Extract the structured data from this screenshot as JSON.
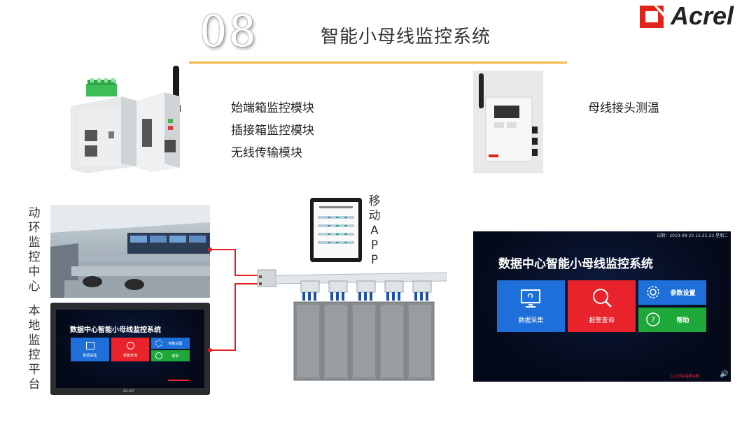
{
  "header": {
    "number": "08",
    "title": "智能小母线监控系统",
    "logo_text": "Acrel",
    "colors": {
      "rule": "#f5b94a",
      "logo_red": "#e2231a"
    }
  },
  "devices": {
    "module_labels": [
      "始端箱监控模块",
      "插接箱监控模块",
      "无线传输模块"
    ],
    "temp_label": "母线接头测温"
  },
  "side_labels": {
    "control_center": [
      "动",
      "环",
      "监",
      "控",
      "中",
      "心"
    ],
    "local_platform": [
      "本",
      "地",
      "监",
      "控",
      "平",
      "台"
    ],
    "mobile_app": [
      "移",
      "动",
      "A",
      "P",
      "P"
    ]
  },
  "big_screen": {
    "status": "日期：2019-08-20  15:25:23  星期二",
    "title": "数据中心智能小母线监控系统",
    "tiles": {
      "data": "数据采集",
      "alarm": "报警查询",
      "settings": "参数设置",
      "help": "帮助"
    },
    "footer_note": "1-11始端箱A柜",
    "colors": {
      "blue": "#1e6fd9",
      "red": "#e8232b",
      "green": "#1fa83a"
    }
  },
  "small_screen": {
    "title": "数据中心智能小母线监控系统",
    "tiles": {
      "data": "数据采集",
      "alarm": "报警查询",
      "settings": "参数设置",
      "help": "帮助"
    },
    "brand": "Acrel"
  },
  "wire_color": "#e02020"
}
